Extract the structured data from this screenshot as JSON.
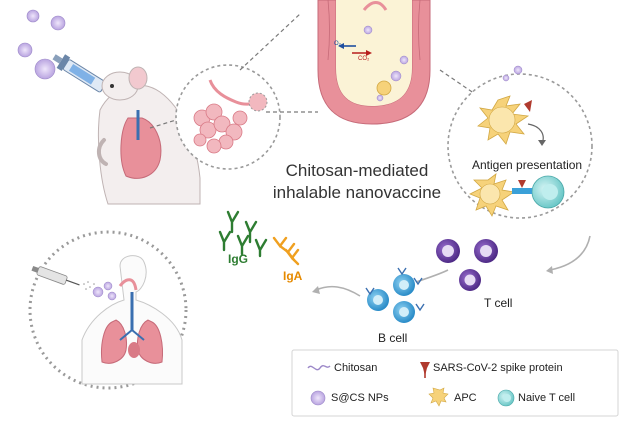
{
  "title": {
    "line1": "Chitosan-mediated",
    "line2": "inhalable nanovaccine"
  },
  "labels": {
    "antigen_presentation": "Antigen presentation",
    "t_cell": "T cell",
    "b_cell": "B cell",
    "igg": "IgG",
    "iga": "IgA",
    "o2": "O₂",
    "co2": "CO₂"
  },
  "legend": {
    "chitosan": "Chitosan",
    "spike": "SARS-CoV-2 spike protein",
    "nps": "S@CS NPs",
    "apc": "APC",
    "naive_t_cell": "Naive T cell"
  },
  "colors": {
    "lung_pink": "#e8909a",
    "alveolus_pink": "#f2b8bf",
    "apc_yellow": "#f6d27a",
    "naive_t_teal": "#8fdcdc",
    "t_cell_purple": "#6a3fa0",
    "b_cell_blue": "#3aa0d8",
    "igg_green": "#2e7d32",
    "iga_orange": "#f0a020",
    "spike_red": "#b03a2e",
    "nanoparticle_lilac": "#c9b8e6",
    "dotted_gray": "#9a9a9a"
  },
  "icons": {
    "syringe": "syringe-icon",
    "mouse": "mouse-icon",
    "nebulizer": "nebulizer-icon",
    "human": "human-lungs-icon"
  }
}
